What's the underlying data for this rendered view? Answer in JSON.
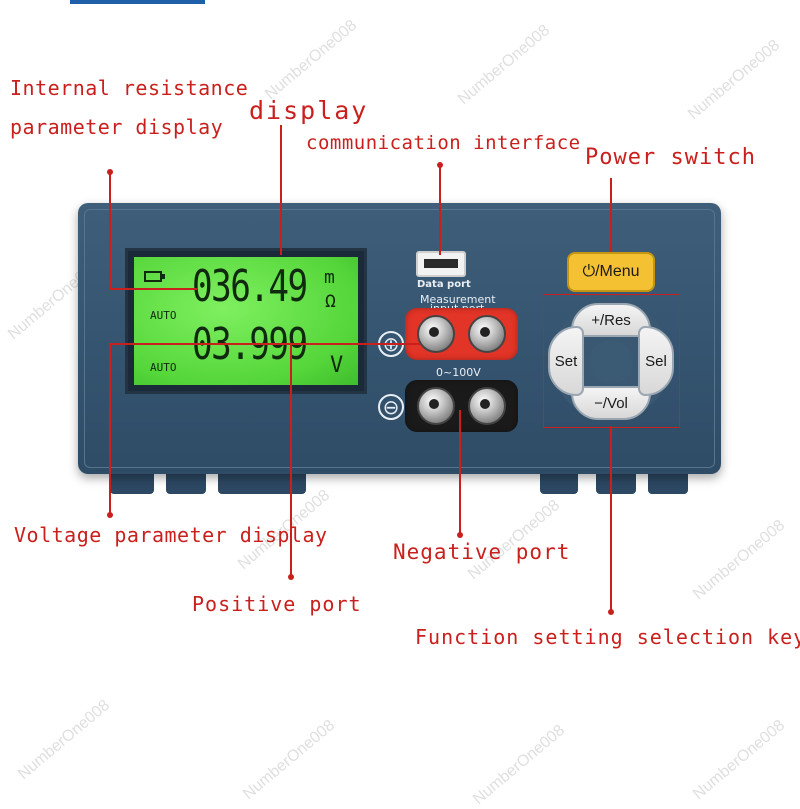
{
  "labels": {
    "internal_resistance_line1": "Internal resistance",
    "internal_resistance_line2": "parameter display",
    "display": "display",
    "communication_interface": "communication interface",
    "power_switch": "Power switch",
    "voltage_parameter_display": "Voltage parameter display",
    "negative_port": "Negative port",
    "positive_port": "Positive port",
    "function_setting_selection_key": "Function setting selection key"
  },
  "device": {
    "lcd": {
      "resistance_mode": "AUTO",
      "resistance_value": "036.49",
      "resistance_unit_prefix": "m",
      "resistance_unit": "Ω",
      "voltage_mode": "AUTO",
      "voltage_value": "03.999",
      "voltage_unit": "V"
    },
    "data_port_label": "Data port",
    "measurement_label_line1": "Measurement",
    "measurement_label_line2": "input port",
    "positive_symbol": "⊕",
    "negative_symbol": "⊖",
    "voltage_range": "0~100V",
    "menu_button": "⏻/Menu",
    "up_button": "+/Res",
    "down_button": "−/Vol",
    "left_button": "Set",
    "right_button": "Sel"
  },
  "watermark": "NumberOne008",
  "colors": {
    "annotation": "#c9201d",
    "device_body": "#34536e",
    "lcd_backlight": "#55d63a",
    "menu_button": "#f4c133",
    "positive_plate": "#e23427",
    "negative_plate": "#1a1a1a"
  }
}
